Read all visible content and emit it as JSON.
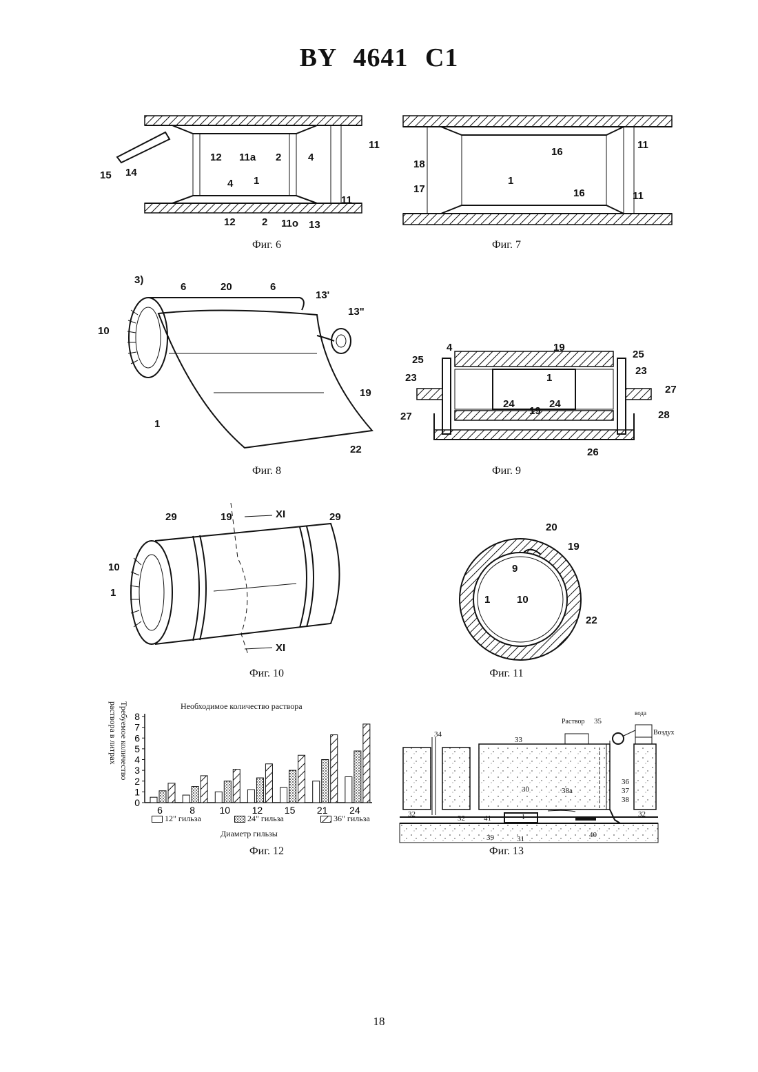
{
  "header": {
    "title": "BY 4641 C1"
  },
  "figures": {
    "fig6": {
      "caption": "Фиг. 6",
      "labels": [
        "15",
        "14",
        "12",
        "11a",
        "2",
        "4",
        "11",
        "4",
        "1",
        "11",
        "12",
        "2",
        "11o",
        "13"
      ]
    },
    "fig7": {
      "caption": "Фиг. 7",
      "labels": [
        "18",
        "17",
        "16",
        "1",
        "16",
        "11",
        "11"
      ]
    },
    "fig8": {
      "caption": "Фиг. 8",
      "labels": [
        "3)",
        "6",
        "20",
        "6",
        "13'",
        "13\"",
        "10",
        "19",
        "1",
        "22"
      ]
    },
    "fig9": {
      "caption": "Фиг. 9",
      "labels": [
        "4",
        "19",
        "25",
        "25",
        "23",
        "23",
        "27",
        "27",
        "1",
        "24",
        "24",
        "19",
        "28",
        "26"
      ]
    },
    "fig10": {
      "caption": "Фиг. 10",
      "labels": [
        "29",
        "19",
        "XI",
        "29",
        "10",
        "1",
        "XI"
      ]
    },
    "fig11": {
      "caption": "Фиг. 11",
      "labels": [
        "20",
        "19",
        "9",
        "1",
        "10",
        "22"
      ]
    },
    "fig12": {
      "caption": "Фиг. 12"
    },
    "fig13": {
      "caption": "Фиг. 13",
      "labels": [
        "вода",
        "Раствор",
        "35",
        "Воздух",
        "34",
        "33",
        "30",
        "38a",
        "36",
        "37",
        "38",
        "32",
        "32",
        "32",
        "41",
        "39",
        "31",
        "40",
        "1"
      ]
    }
  },
  "chart_data": {
    "type": "bar",
    "title": "Необходимое количество раствора",
    "ylabel": "Требуемое количество раствора в литрах",
    "xlabel": "Диаметр гильзы",
    "categories": [
      "6",
      "8",
      "10",
      "12",
      "15",
      "21",
      "24"
    ],
    "yticks": [
      "0",
      "1",
      "2",
      "3",
      "4",
      "5",
      "6",
      "7",
      "8"
    ],
    "ylim": [
      0,
      8
    ],
    "legend_position": "bottom",
    "series": [
      {
        "name": "12\" гильза",
        "pattern": "plain",
        "values": [
          0.5,
          0.7,
          1.0,
          1.2,
          1.4,
          2.0,
          2.4
        ]
      },
      {
        "name": "24\" гильза",
        "pattern": "dotted",
        "values": [
          1.1,
          1.5,
          2.0,
          2.3,
          3.0,
          4.0,
          4.8
        ]
      },
      {
        "name": "36\" гильза",
        "pattern": "hatched",
        "values": [
          1.8,
          2.5,
          3.1,
          3.6,
          4.4,
          6.3,
          7.3
        ]
      }
    ]
  },
  "footer": {
    "page_number": "18"
  }
}
